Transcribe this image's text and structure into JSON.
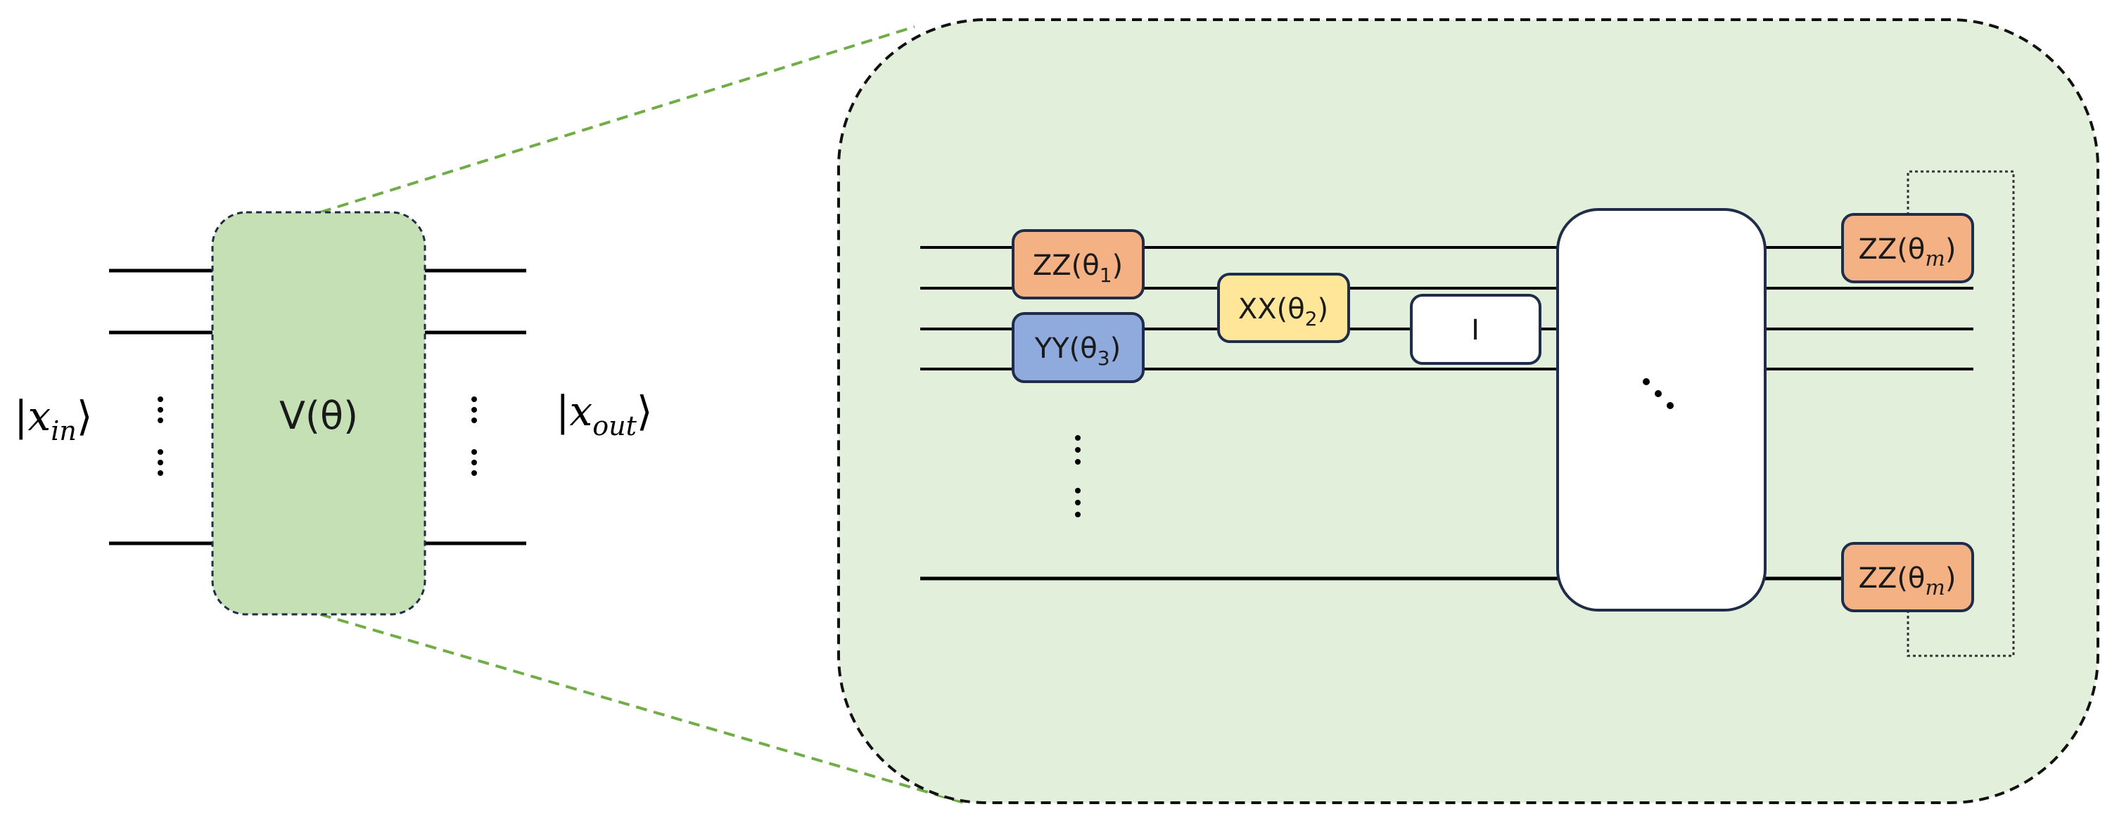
{
  "left": {
    "input_label": "|x",
    "input_sub": "in",
    "input_close": "⟩",
    "output_label": "|x",
    "output_sub": "out",
    "output_close": "⟩",
    "block_label": "V(θ)"
  },
  "gates": {
    "zz1": {
      "name": "ZZ(θ",
      "sub": "1",
      "close": ")"
    },
    "xx2": {
      "name": "XX(θ",
      "sub": "2",
      "close": ")"
    },
    "yy3": {
      "name": "YY(θ",
      "sub": "3",
      "close": ")"
    },
    "identity": {
      "name": "I"
    },
    "zzm_top": {
      "name": "ZZ(θ",
      "sub": "m",
      "close": ")"
    },
    "zzm_bottom": {
      "name": "ZZ(θ",
      "sub": "m",
      "close": ")"
    }
  },
  "colors": {
    "green_fill": "#c5e0b4",
    "panel_fill": "#e2efda",
    "green_dash": "#70ad47",
    "orange": "#f4b183",
    "yellow": "#ffe699",
    "blue": "#8faadc",
    "border": "#1f2d4a"
  }
}
